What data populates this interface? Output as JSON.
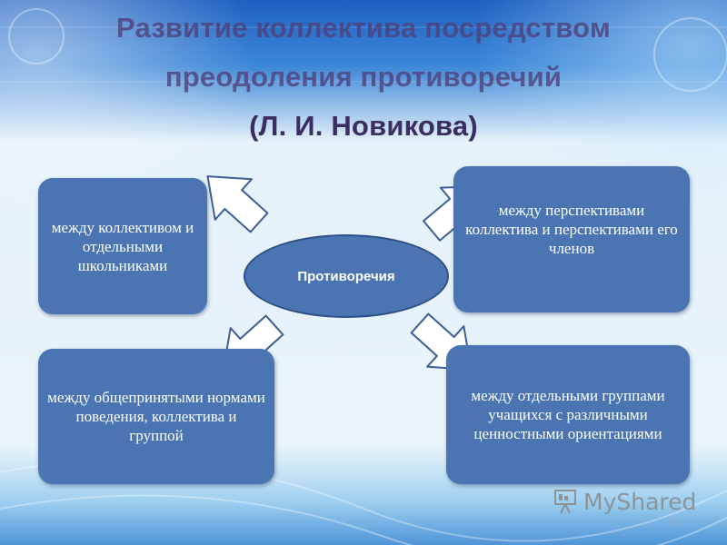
{
  "title": {
    "line1": "Развитие коллектива посредством",
    "line2": "преодоления противоречий",
    "line3": "(Л. И. Новикова)"
  },
  "center": {
    "label": "Противоречия"
  },
  "boxes": {
    "top_left": "между коллективом и отдельными школьниками",
    "top_right": "между перспективами коллектива и перспективами его членов",
    "bottom_left": "между общепринятыми нормами поведения, коллектива и группой",
    "bottom_right": "между отдельными группами учащихся с различными ценностными ориентациями"
  },
  "watermark": {
    "text": "MyShared",
    "icon": "myshared-logo-icon"
  },
  "page_number": "30",
  "colors": {
    "box_fill": "#4a74b2",
    "arrow_fill": "#ffffff",
    "arrow_stroke": "#3d5e96",
    "title": "#503e78"
  }
}
